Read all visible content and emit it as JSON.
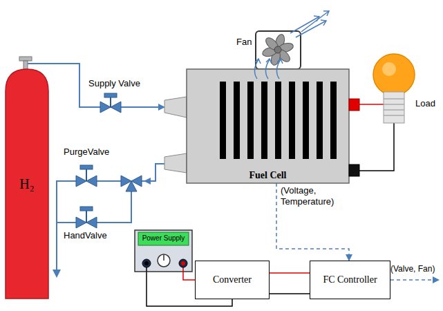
{
  "diagram": {
    "nodes": [
      {
        "text": [
          "H₂"
        ]
      },
      {
        "text": [
          "Fan"
        ]
      },
      {
        "text": [
          "Fuel Cell"
        ]
      },
      {
        "text": [
          "Load"
        ]
      },
      {
        "text": [
          "Power Supply"
        ]
      },
      {
        "text": [
          "Converter"
        ]
      },
      {
        "text": [
          "FC Controller"
        ]
      }
    ],
    "edges": [
      {
        "from": 0,
        "to": 2,
        "arrow": "to"
      },
      {
        "from": 2,
        "to": 6,
        "label": "(Voltage, Temperature)",
        "arrow": "to"
      },
      {
        "from": 2,
        "to": 3,
        "arrow": "none"
      },
      {
        "from": 4,
        "to": 5,
        "arrow": "none"
      },
      {
        "from": 5,
        "to": 6,
        "arrow": "none"
      }
    ],
    "labels": [
      "Supply Valve",
      "PurgeValve",
      "HandValve",
      "(Valve, Fan)"
    ]
  }
}
